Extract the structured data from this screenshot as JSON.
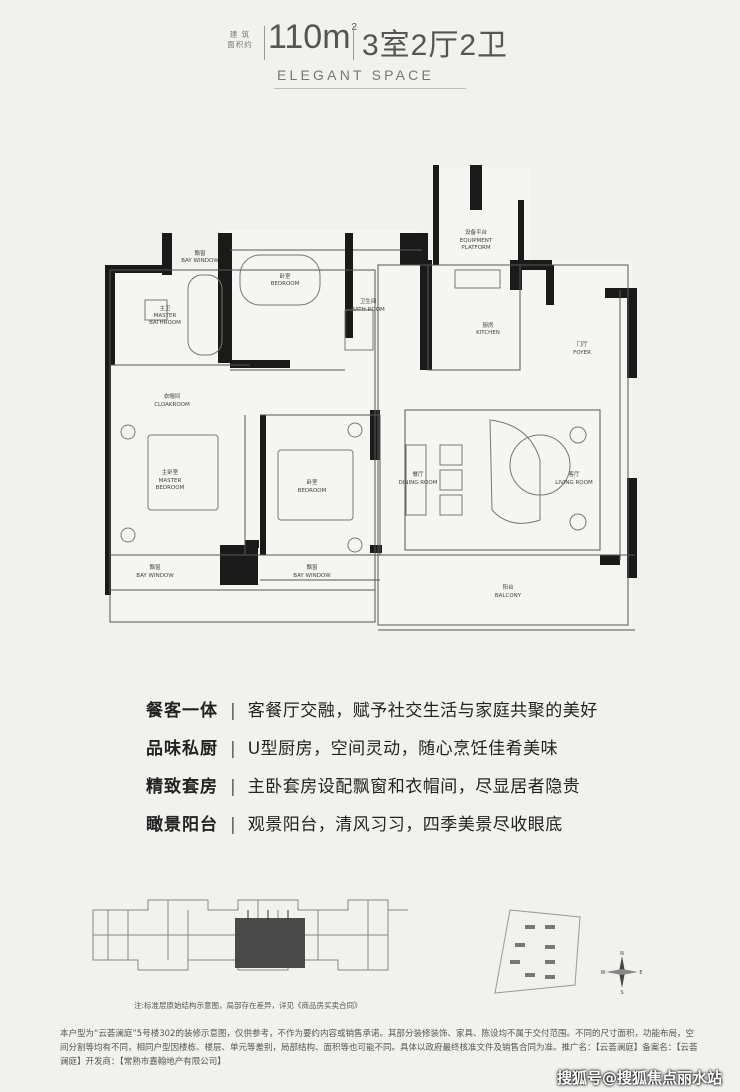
{
  "header": {
    "area_label_line1": "建  筑",
    "area_label_line2": "面积约",
    "area_value": "110m",
    "area_unit_sup": "2",
    "layout": "3室2厅2卫",
    "subtitle": "ELEGANT SPACE"
  },
  "rooms": {
    "equipment_cn": "设备平台",
    "equipment_en1": "EQUIPMENT",
    "equipment_en2": "PLATFORM",
    "bay_window_top_cn": "飘窗",
    "bay_window_top_en": "BAY WINDOW",
    "bedroom_top_cn": "卧室",
    "bedroom_top_en": "BEDROOM",
    "master_bath_cn": "主卫",
    "master_bath_en1": "MASTER",
    "master_bath_en2": "BATHROOM",
    "bathroom_cn": "卫生间",
    "bathroom_en": "BATH ROOM",
    "kitchen_cn": "厨房",
    "kitchen_en": "KITCHEN",
    "foyer_cn": "门厅",
    "foyer_en": "FOYER",
    "cloakroom_cn": "衣帽间",
    "cloakroom_en": "CLOAKROOM",
    "master_bed_cn": "主卧室",
    "master_bed_en1": "MASTER",
    "master_bed_en2": "BEDROOM",
    "bedroom_mid_cn": "卧室",
    "bedroom_mid_en": "BEDROOM",
    "dining_cn": "餐厅",
    "dining_en": "DINING ROOM",
    "living_cn": "客厅",
    "living_en": "LIVING ROOM",
    "bay_left_cn": "飘窗",
    "bay_left_en": "BAY WINDOW",
    "bay_mid_cn": "飘窗",
    "bay_mid_en": "BAY WINDOW",
    "balcony_cn": "阳台",
    "balcony_en": "BALCONY"
  },
  "features": [
    {
      "key": "餐客一体",
      "sep": "|",
      "value": "客餐厅交融，赋予社交生活与家庭共聚的美好"
    },
    {
      "key": "品味私厨",
      "sep": "|",
      "value": "U型厨房，空间灵动，随心烹饪佳肴美味"
    },
    {
      "key": "精致套房",
      "sep": "|",
      "value": "主卧套房设配飘窗和衣帽间，尽显居者隐贵"
    },
    {
      "key": "瞰景阳台",
      "sep": "|",
      "value": "观景阳台，清风习习，四季美景尽收眼底"
    }
  ],
  "compass": {
    "n": "N",
    "s": "S",
    "e": "E",
    "w": "W"
  },
  "site_note": "注:标准层原始结构示意图，局部存在差异，详见《商品房买卖合同》",
  "footer_text": "本户型为“云荟澜庭”5号楼302的装修示意图，仅供参考，不作为要约内容或销售承诺。其部分装修装饰、家具、陈设均不属于交付范围。不同的尺寸面积，功能布局，空间分割等均有不同，相同户型因楼栋、楼层、单元等差别，局部结构、面积等也可能不同。具体以政府最终核准文件及销售合同为准。推广名：【云荟澜庭】备案名：【云荟澜庭】开发商：【常熟市嘉翰地产有限公司】",
  "watermark": "搜狐号@搜狐焦点丽水站",
  "colors": {
    "wall": "#1a1a1a",
    "floor": "#f4f4f1",
    "line": "#555555",
    "bg": "#f1f1ee"
  }
}
